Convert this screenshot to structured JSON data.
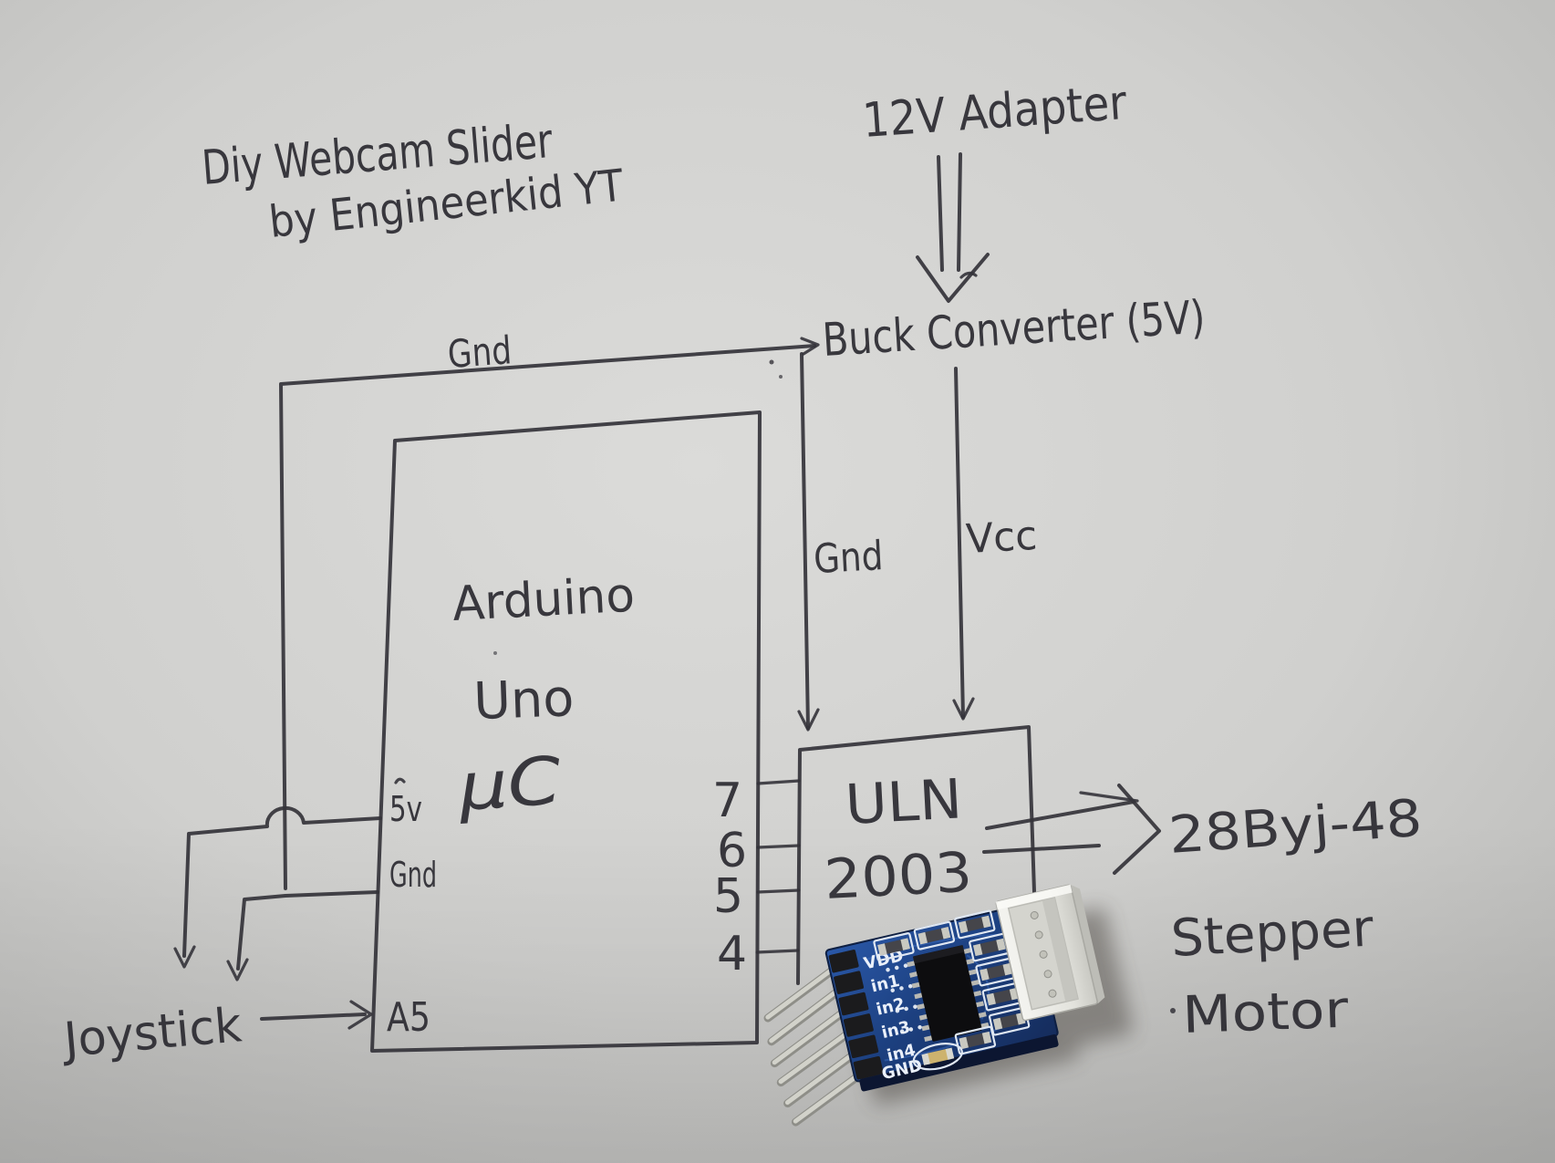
{
  "title": {
    "line1": "Diy Webcam Slider",
    "line2": "by Engineerkid YT"
  },
  "power": {
    "adapter": "12V Adapter",
    "buck": "Buck Converter (5V)"
  },
  "nets": {
    "gnd_top": "Gnd",
    "gnd_mid": "Gnd",
    "vcc": "Vcc"
  },
  "arduino": {
    "name1": "Arduino",
    "name2": "Uno",
    "name3": "µC",
    "pin_5v": "5v",
    "pin_gnd": "Gnd",
    "pin_a5": "A5",
    "digital": [
      "7",
      "6",
      "5",
      "4"
    ]
  },
  "driver": {
    "line1": "ULN",
    "line2": "2003"
  },
  "joystick": {
    "label": "Joystick"
  },
  "stepper": {
    "line1": "28Byj-48",
    "line2": "Stepper",
    "line3": "Motor"
  },
  "pcb": {
    "silk": [
      "VDD",
      "in1",
      "in2",
      "in3",
      "in4",
      "GND"
    ]
  },
  "colors": {
    "ink": "#34333a",
    "paper": "#cfcfcd",
    "pcb_blue": "#1c3f7e",
    "connector_white": "#e9e9e4"
  }
}
